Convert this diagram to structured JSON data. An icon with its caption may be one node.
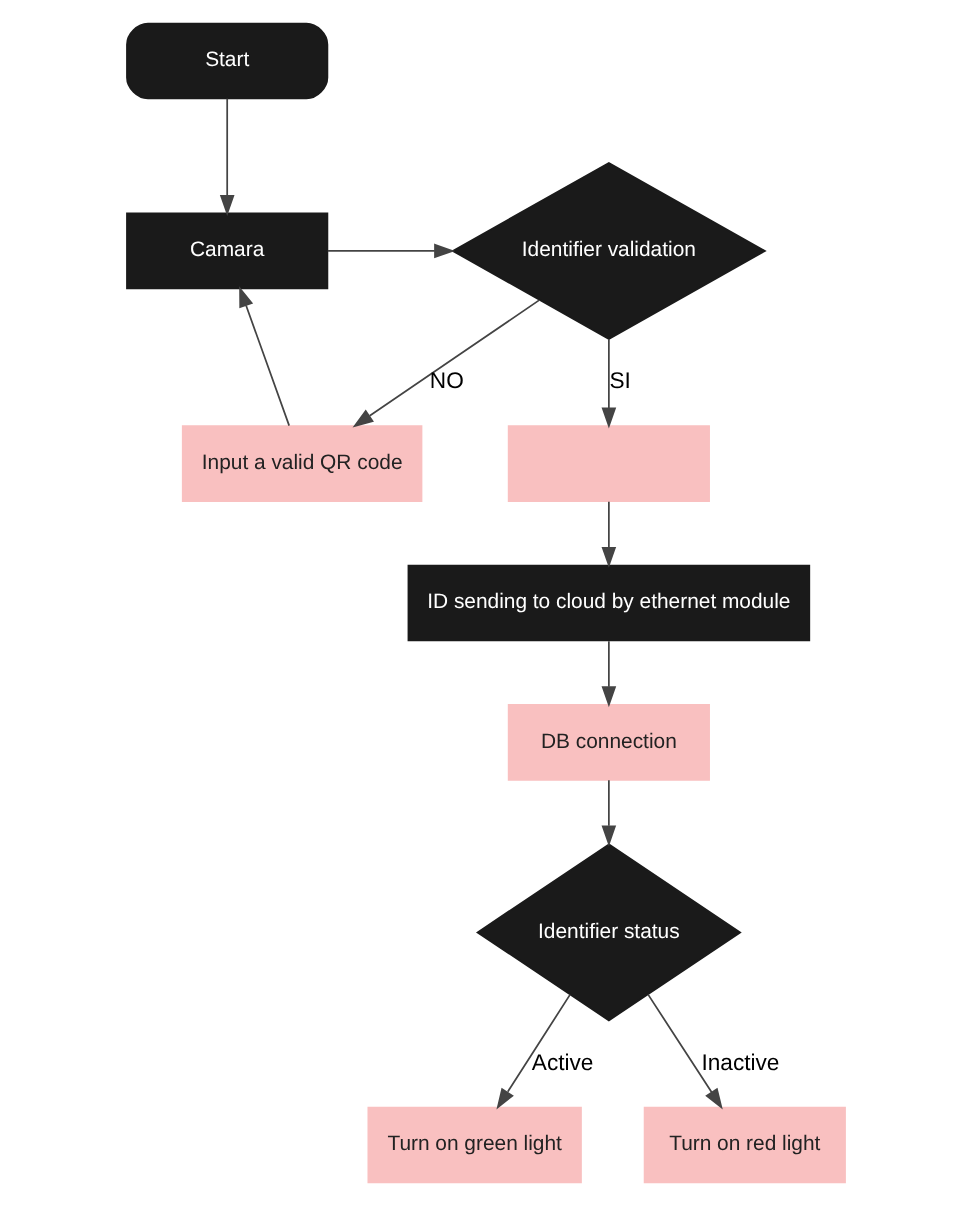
{
  "diagram": {
    "nodes": [
      {
        "text": [
          "Start"
        ]
      },
      {
        "text": [
          "Camara"
        ]
      },
      {
        "text": [
          "Identifier validation"
        ]
      },
      {
        "text": [
          "Input a valid QR code"
        ]
      },
      {
        "text": [],
        "shape": "box"
      },
      {
        "text": [
          "ID sending to cloud by ethernet module"
        ]
      },
      {
        "text": [
          "DB connection"
        ]
      },
      {
        "text": [
          "Identifier status"
        ]
      },
      {
        "text": [
          "Turn on green light"
        ]
      },
      {
        "text": [
          "Turn on red light"
        ]
      }
    ],
    "edges": [
      {
        "from": 0,
        "to": 1,
        "arrow": "to"
      },
      {
        "from": 1,
        "to": 2,
        "arrow": "to"
      },
      {
        "from": 2,
        "to": 3,
        "arrow": "to",
        "label": "NO"
      },
      {
        "from": 2,
        "to": 4,
        "arrow": "to",
        "label": "SI"
      },
      {
        "from": 3,
        "to": 1,
        "arrow": "to"
      },
      {
        "from": 4,
        "to": 5,
        "arrow": "to"
      },
      {
        "from": 5,
        "to": 6,
        "arrow": "to"
      },
      {
        "from": 6,
        "to": 7,
        "arrow": "to"
      },
      {
        "from": 7,
        "to": 8,
        "arrow": "to",
        "label": "Active"
      },
      {
        "from": 7,
        "to": 9,
        "arrow": "to",
        "label": "Inactive"
      }
    ]
  }
}
